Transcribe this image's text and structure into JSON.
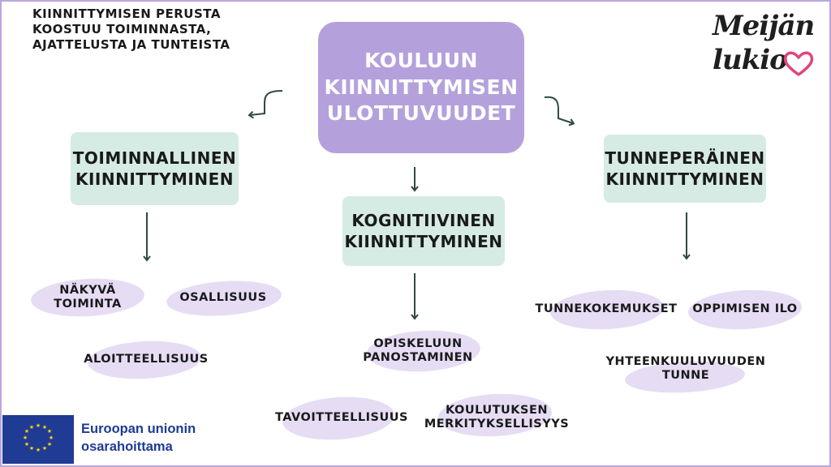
{
  "intro_lines": [
    "Kiinnittymisen perusta",
    "koostuu toiminnasta,",
    "ajattelusta ja tunteista"
  ],
  "center_lines": [
    "Kouluun",
    "kiinnittymisen",
    "ulottuvuudet"
  ],
  "branches": {
    "toiminnallinen": {
      "lines": [
        "Toiminnallinen",
        "kiinnittyminen"
      ],
      "items": [
        {
          "lines": [
            "Näkyvä",
            "toiminta"
          ]
        },
        {
          "lines": [
            "Osallisuus"
          ]
        },
        {
          "lines": [
            "Aloitteellisuus"
          ]
        }
      ]
    },
    "kognitiivinen": {
      "lines": [
        "Kognitiivinen",
        "kiinnittyminen"
      ],
      "items": [
        {
          "lines": [
            "Opiskeluun",
            "panostaminen"
          ]
        },
        {
          "lines": [
            "Tavoitteellisuus"
          ]
        },
        {
          "lines": [
            "Koulutuksen",
            "merkityksellisyys"
          ]
        }
      ]
    },
    "tunneperainen": {
      "lines": [
        "Tunneperäinen",
        "kiinnittyminen"
      ],
      "items": [
        {
          "lines": [
            "Tunnekokemukset"
          ]
        },
        {
          "lines": [
            "Oppimisen ilo"
          ]
        },
        {
          "lines": [
            "Yhteenkuuluvuuden",
            "tunne"
          ]
        }
      ]
    }
  },
  "logo": {
    "line1": "Meijän",
    "line2": "lukio",
    "icon": "heart-icon"
  },
  "eu": {
    "line1": "Euroopan unionin",
    "line2": "osarahoittama",
    "icon": "eu-flag-icon"
  },
  "colors": {
    "center": "#b4a1dc",
    "branch": "#d5ebe3",
    "item": "#e6dcf4",
    "arrow": "#2f4a3c",
    "eu_blue": "#1f3b93",
    "eu_star": "#ffd617",
    "heart": "#e0457b"
  }
}
